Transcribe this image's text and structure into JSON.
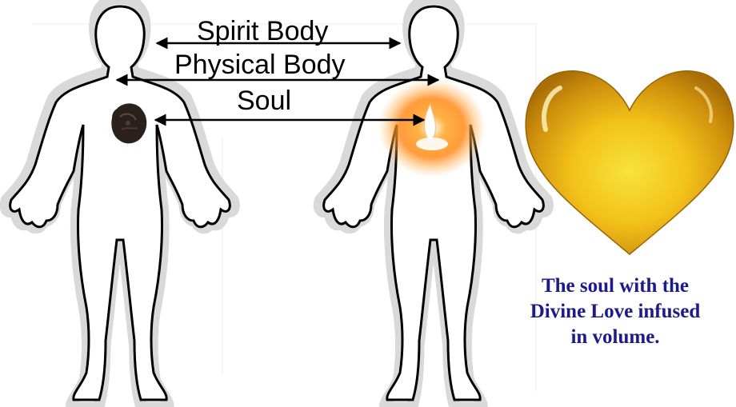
{
  "labels": {
    "spirit_body": "Spirit Body",
    "physical_body": "Physical Body",
    "soul": "Soul"
  },
  "caption": {
    "line1": "The soul with the",
    "line2": "Divine Love infused",
    "line3": "in volume."
  },
  "colors": {
    "outline": "#000000",
    "aura": "#d9d9d9",
    "arrow": "#000000",
    "caption": "#1c1a8c",
    "heart_gold": "#f2c21a",
    "heart_dark": "#a86f07",
    "glow": "#ff8a1a",
    "dark_soul": "#2a211c"
  },
  "icons": {
    "dark_soul": "shriveled-soul-icon",
    "glowing_soul": "flame-soul-icon",
    "golden_heart": "golden-heart-icon"
  }
}
